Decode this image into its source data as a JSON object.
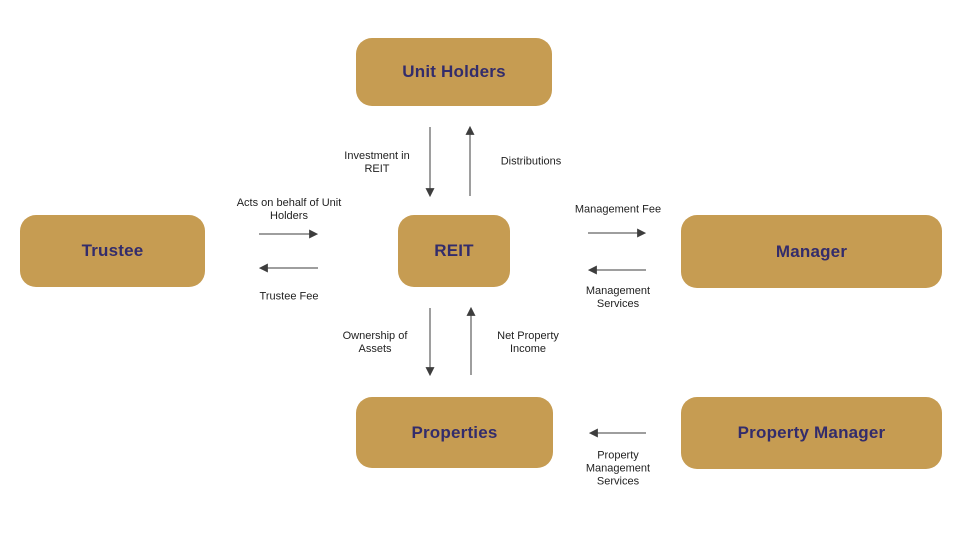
{
  "diagram": {
    "type": "flowchart",
    "title": "REIT structure diagram",
    "colors": {
      "background": "#FFFFFF",
      "box_fill": "#C69C52",
      "box_text": "#332C6B",
      "arrow": "#3D3D3D",
      "label_text": "#1F1F1F"
    },
    "nodes": {
      "unit_holders": {
        "label": "Unit Holders"
      },
      "trustee": {
        "label": "Trustee"
      },
      "reit": {
        "label": "REIT"
      },
      "manager": {
        "label": "Manager"
      },
      "properties": {
        "label": "Properties"
      },
      "property_manager": {
        "label": "Property Manager"
      }
    },
    "edges": {
      "investment_in_reit": {
        "label": "Investment in\nREIT",
        "from": "unit_holders",
        "to": "reit"
      },
      "distributions": {
        "label": "Distributions",
        "from": "reit",
        "to": "unit_holders"
      },
      "acts_on_behalf": {
        "label": "Acts on behalf of Unit\nHolders",
        "from": "trustee",
        "to": "reit"
      },
      "trustee_fee": {
        "label": "Trustee Fee",
        "from": "reit",
        "to": "trustee"
      },
      "management_fee": {
        "label": "Management Fee",
        "from": "reit",
        "to": "manager"
      },
      "management_services": {
        "label": "Management\nServices",
        "from": "manager",
        "to": "reit"
      },
      "ownership_of_assets": {
        "label": "Ownership of\nAssets",
        "from": "reit",
        "to": "properties"
      },
      "net_property_income": {
        "label": "Net Property\nIncome",
        "from": "properties",
        "to": "reit"
      },
      "property_management_services": {
        "label": "Property\nManagement\nServices",
        "from": "property_manager",
        "to": "properties"
      }
    }
  }
}
